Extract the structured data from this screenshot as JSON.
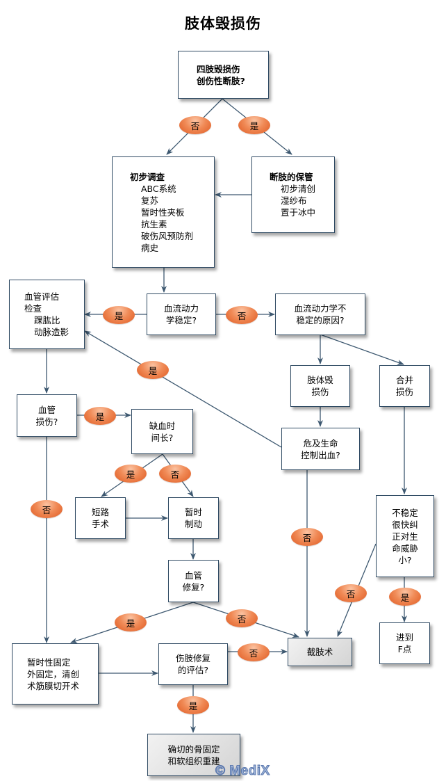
{
  "title": "肢体毁损伤",
  "colors": {
    "node_border": "#2f4a63",
    "edge": "#3d5870",
    "pill": "#ee7a43",
    "terminal_fill": "#d9d9d9"
  },
  "nodes": {
    "start": [
      "四肢毁损伤",
      "创伤性断肢?"
    ],
    "primary_survey": {
      "heading": "初步调查",
      "items": [
        "ABC系统",
        "复苏",
        "暂时性夹板",
        "抗生素",
        "破伤风预防剂",
        "病史"
      ]
    },
    "amputated_limb_care": {
      "heading": "断肢的保管",
      "items": [
        "初步清创",
        "湿纱布",
        "置于冰中"
      ]
    },
    "vascular_assessment": {
      "lines": [
        "血管评估",
        "检查"
      ],
      "items": [
        "踝肱比",
        "动脉造影"
      ]
    },
    "hemodynamic_stable": [
      "血流动力",
      "学稳定?"
    ],
    "instability_cause": [
      "血流动力学不",
      "稳定的原因?"
    ],
    "mangled_limb": [
      "肢体毁",
      "损伤"
    ],
    "associated_injury": [
      "合并",
      "损伤"
    ],
    "vascular_injury": [
      "血管",
      "损伤?"
    ],
    "long_ischemia": [
      "缺血时",
      "间长?"
    ],
    "life_threat_bleeding": [
      "危及生命",
      "控制出血?"
    ],
    "bypass": [
      "短路",
      "手术"
    ],
    "temp_hemostasis": [
      "暂时",
      "制动"
    ],
    "vessel_repair": [
      "血管",
      "修复?"
    ],
    "unstable_quick": [
      "不稳定",
      "很快纠",
      "正对生",
      "命威胁",
      "小?"
    ],
    "amputation": [
      "截肢术"
    ],
    "goto_f": [
      "进到",
      "F点"
    ],
    "temp_fixation": [
      "暂时性固定",
      "外固定，清创",
      "术筋膜切开术"
    ],
    "salvage_eval": [
      "伤肢修复",
      "的评估?"
    ],
    "definitive": [
      "确切的骨固定",
      "和软组织重建"
    ]
  },
  "labels": {
    "yes": "是",
    "no": "否"
  },
  "watermark": "© MediX"
}
